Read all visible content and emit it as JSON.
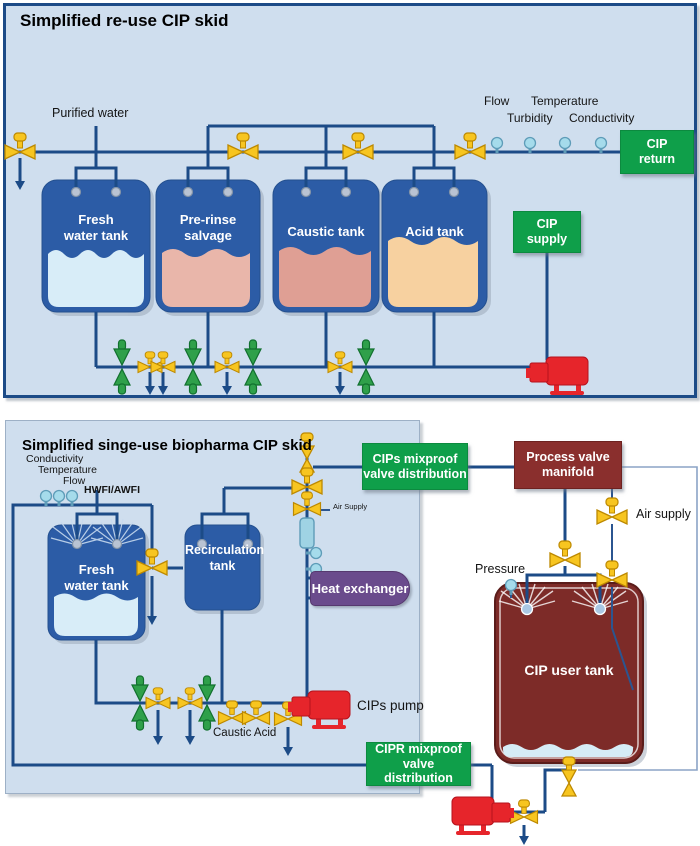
{
  "colors": {
    "panel_bg": "#cfdeee",
    "pipe": "#1c4b87",
    "pipe_thin": "#8ba3c6",
    "valve_yellow": "#f7c520",
    "valve_green": "#2fa04a",
    "pump_red": "#e6252b",
    "box_green": "#0f9f4a",
    "box_maroon": "#8a2f2d",
    "box_purple": "#6a4b8c",
    "tank_blue": "#2c5ca6",
    "tank_maroon": "#7d2b28",
    "sensor_blue": "#a5dbeb"
  },
  "top_panel": {
    "title": "Simplified re-use CIP skid",
    "labels": {
      "purified_water": "Purified water",
      "flow": "Flow",
      "turbidity": "Turbidity",
      "temperature": "Temperature",
      "conductivity": "Conductivity"
    },
    "boxes": {
      "cip_return": "CIP\nreturn",
      "cip_supply": "CIP\nsupply"
    },
    "tanks": [
      {
        "label": "Fresh\nwater tank",
        "fill": "#d8edf8"
      },
      {
        "label": "Pre-rinse\nsalvage",
        "fill": "#e9b6aa"
      },
      {
        "label": "Caustic tank",
        "fill": "#df9f94"
      },
      {
        "label": "Acid tank",
        "fill": "#f7d1a0"
      }
    ]
  },
  "bottom_panel": {
    "title": "Simplified singe-use biopharma CIP skid",
    "labels": {
      "conductivity": "Conductivity",
      "temperature": "Temperature",
      "flow": "Flow",
      "hwfi": "HWFI/AWFI",
      "air_supply_small": "Air Supply",
      "air_supply": "Air supply",
      "pressure": "Pressure",
      "caustic_acid": "Caustic Acid",
      "cips_pump": "CIPs pump"
    },
    "boxes": {
      "cips_mixproof": "CIPs mixproof\nvalve distribution",
      "process_valve_manifold": "Process valve\nmanifold",
      "heat_exchanger": "Heat exchanger",
      "cipr_mixproof": "CIPR mixproof\nvalve distribution"
    },
    "tanks": {
      "fresh": "Fresh\nwater tank",
      "recirculation": "Recirculation\ntank",
      "cip_user": "CIP user tank"
    }
  }
}
